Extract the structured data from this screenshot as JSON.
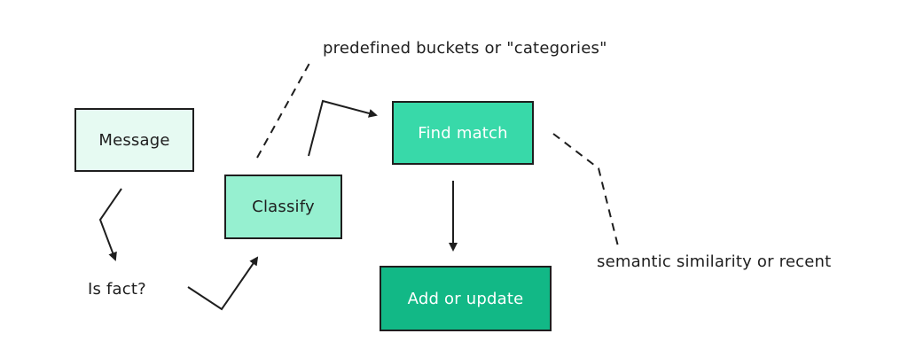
{
  "nodes": {
    "message": {
      "label": "Message",
      "fill": "#e6faf2",
      "text_color": "#1e1e1e"
    },
    "classify": {
      "label": "Classify",
      "fill": "#96f0d0",
      "text_color": "#1e1e1e"
    },
    "find": {
      "label": "Find match",
      "fill": "#38d9a9",
      "text_color": "#ffffff"
    },
    "add": {
      "label": "Add or update",
      "fill": "#12b886",
      "text_color": "#ffffff"
    }
  },
  "labels": {
    "is_fact": "Is fact?",
    "predefined": "predefined buckets or \"categories\"",
    "semantic": "semantic similarity or recent"
  },
  "colors": {
    "stroke": "#1e1e1e"
  }
}
